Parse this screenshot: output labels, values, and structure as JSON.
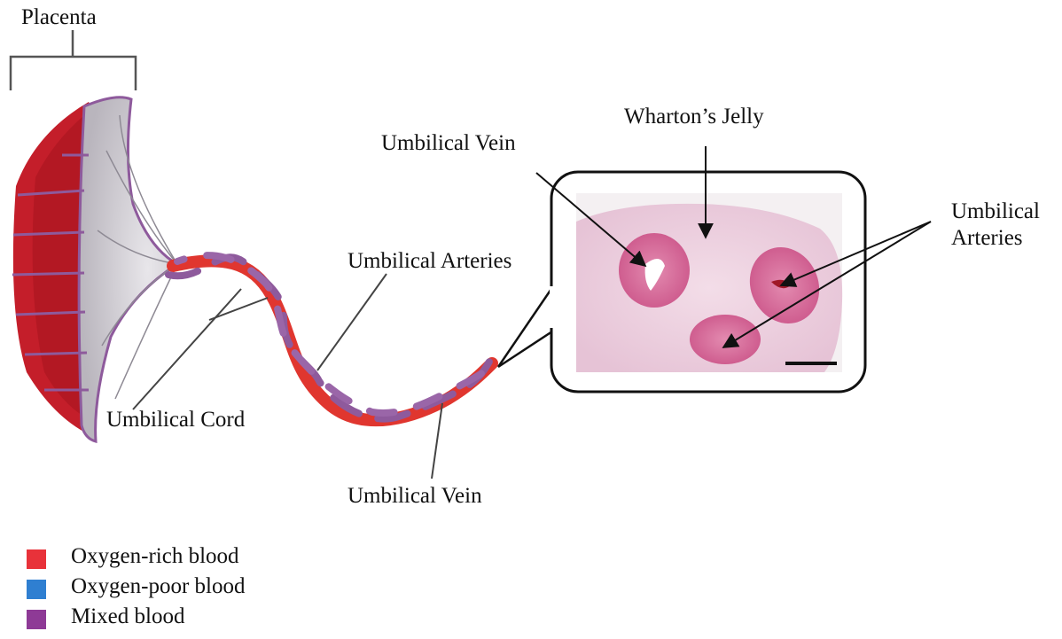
{
  "labels": {
    "placenta": "Placenta",
    "umbilical_cord": "Umbilical Cord",
    "umbilical_arteries_cord": "Umbilical Arteries",
    "umbilical_vein_cord": "Umbilical Vein",
    "wharton_jelly": "Wharton’s Jelly",
    "umbilical_vein_section": "Umbilical Vein",
    "umbilical_arteries_section_line1": "Umbilical",
    "umbilical_arteries_section_line2": "Arteries"
  },
  "legend": [
    {
      "label": "Oxygen-rich blood",
      "color": "#e8323a"
    },
    {
      "label": "Oxygen-poor blood",
      "color": "#2f7fd1"
    },
    {
      "label": "Mixed blood",
      "color": "#8e3a96"
    }
  ],
  "colors": {
    "artery": "#8e5a9c",
    "vein": "#e0362f",
    "placenta_tissue": "#c41e2a",
    "section_stain": "#e8b8cf"
  }
}
